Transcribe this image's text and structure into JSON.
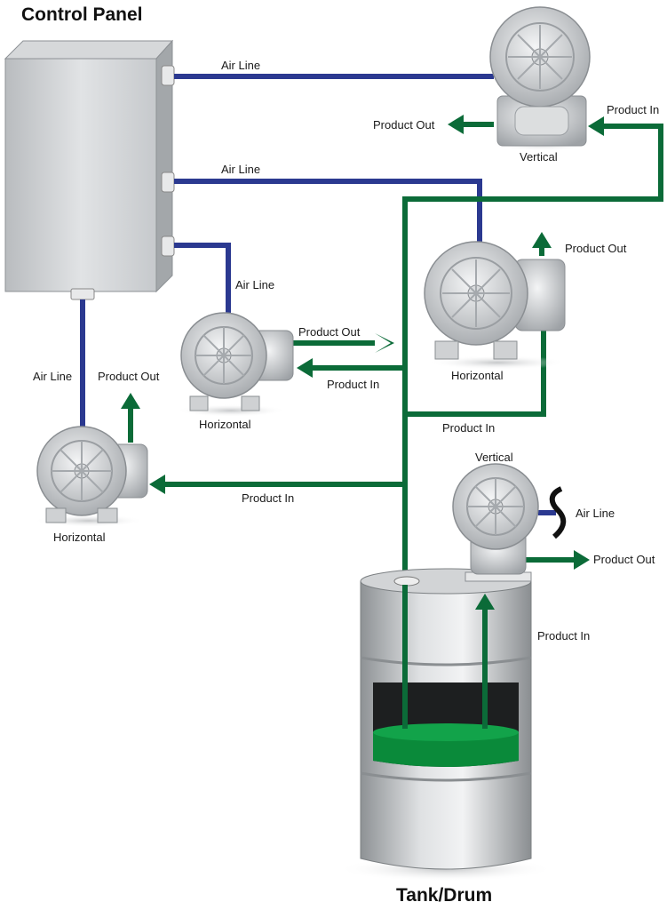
{
  "titles": {
    "control_panel": "Control Panel",
    "tank": "Tank/Drum"
  },
  "labels": {
    "air_line": "Air Line",
    "product_out": "Product Out",
    "product_in": "Product In",
    "vertical": "Vertical",
    "horizontal": "Horizontal"
  },
  "colors": {
    "air_line": "#2b3990",
    "product_line": "#0b6b38",
    "fluid": "#0a8a3a"
  }
}
